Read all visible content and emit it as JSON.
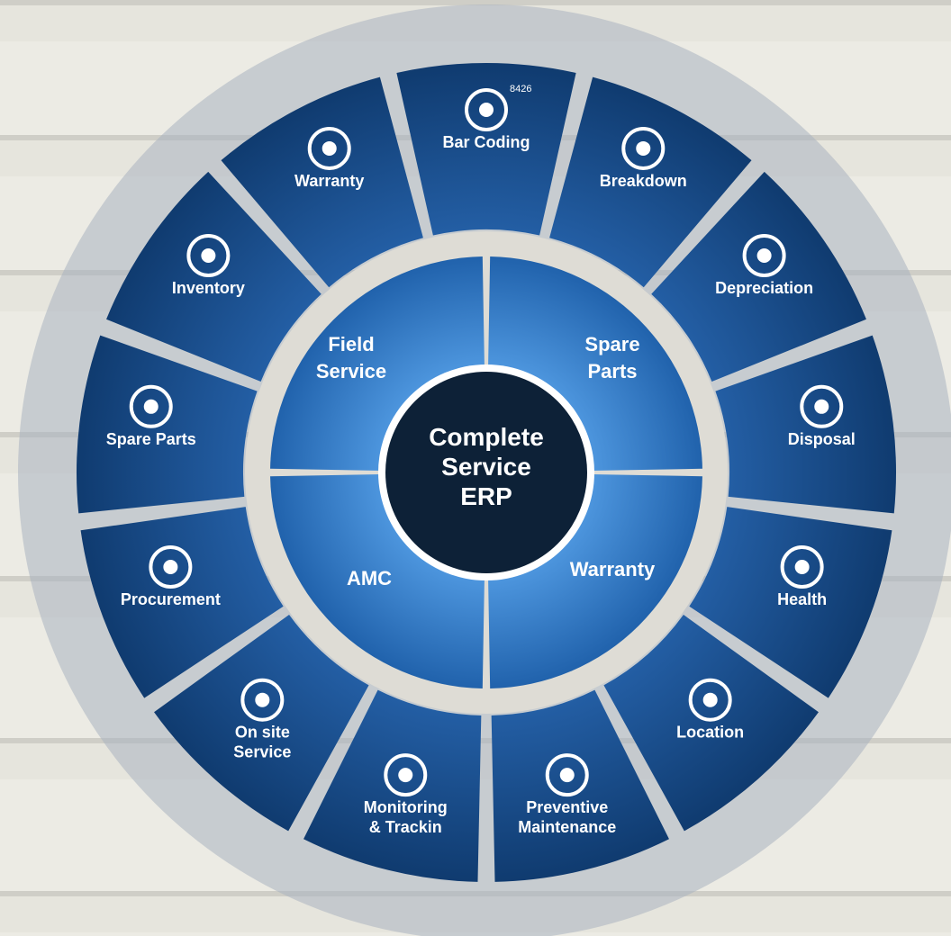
{
  "colors": {
    "wood_light": "#ecebe4",
    "wood_mid": "#dcdad2",
    "wood_line": "#b8b6ae",
    "outer_ring": "#a9b3bf",
    "segment_dark": "#0f3a6e",
    "segment_light": "#2a6ab6",
    "gap_ring": "#dedcd5",
    "quad_light": "#4f98e0",
    "quad_dark": "#1d5ea8",
    "center": "#0d2137",
    "divider": "#ffffff"
  },
  "center": {
    "lines": [
      "Complete",
      "Service",
      "ERP"
    ]
  },
  "quadrants": [
    {
      "lines": [
        "Field",
        "Service"
      ]
    },
    {
      "lines": [
        "Spare",
        "Parts"
      ]
    },
    {
      "lines": [
        "Warranty"
      ]
    },
    {
      "lines": [
        "AMC"
      ]
    }
  ],
  "segments": [
    {
      "lines": [
        "Bar Coding"
      ],
      "icon": "barcode-icon",
      "barcode_text": "8426"
    },
    {
      "lines": [
        "Breakdown"
      ],
      "icon": "gears-icon"
    },
    {
      "lines": [
        "Depreciation"
      ],
      "icon": "declining-chart-icon"
    },
    {
      "lines": [
        "Disposal"
      ],
      "icon": "trash-icon"
    },
    {
      "lines": [
        "Health"
      ],
      "icon": "medical-kit-icon"
    },
    {
      "lines": [
        "Location"
      ],
      "icon": "map-pin-icon"
    },
    {
      "lines": [
        "Preventive",
        "Maintenance"
      ],
      "icon": "wrench-screwdriver-icon"
    },
    {
      "lines": [
        "Monitoring",
        "& Trackin"
      ],
      "icon": "eye-icon"
    },
    {
      "lines": [
        "On site",
        "Service"
      ],
      "icon": "thumbs-up-wrench-icon"
    },
    {
      "lines": [
        "Procurement"
      ],
      "icon": "checklist-icon"
    },
    {
      "lines": [
        "Spare Parts"
      ],
      "icon": "cogs-icon"
    },
    {
      "lines": [
        "Inventory"
      ],
      "icon": "box-icon"
    },
    {
      "lines": [
        "Warranty"
      ],
      "icon": "award-badge-icon"
    }
  ]
}
